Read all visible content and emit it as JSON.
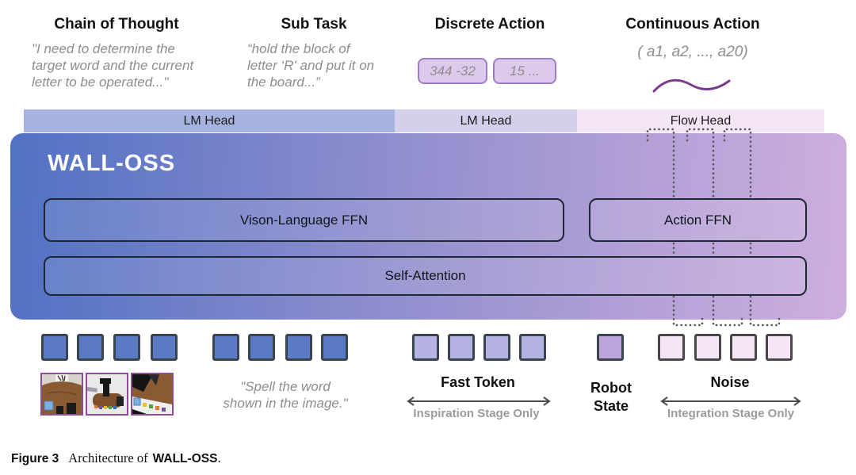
{
  "figure": {
    "columns": [
      {
        "title": "Chain of Thought",
        "quote": "\"I need to determine the target word and the current letter to be operated...\""
      },
      {
        "title": "Sub Task",
        "quote": "“hold the block of letter ‘R' and put it on the board...”"
      },
      {
        "title": "Discrete Action",
        "tokens": [
          "344 -32",
          "15 ..."
        ]
      },
      {
        "title": "Continuous Action",
        "vector": "( a1, a2, ..., a20)"
      }
    ],
    "heads": [
      "LM Head",
      "LM Head",
      "Flow Head"
    ],
    "model": {
      "name": "WALL-OSS",
      "vl_ffn": "Vison-Language FFN",
      "action_ffn": "Action FFN",
      "self_attention": "Self-Attention"
    },
    "inputs": {
      "image_quote": "\"Spell the word shown in the image.\"",
      "fast_token_label": "Fast Token",
      "fast_token_stage": "Inspiration Stage Only",
      "robot_state_label": "Robot State",
      "noise_label": "Noise",
      "noise_stage": "Integration Stage Only"
    },
    "caption": {
      "tag": "Figure 3",
      "body": "Architecture of",
      "model_name": "WALL-OSS",
      "period": "."
    }
  },
  "colors": {
    "model-gradient-start": "#5171c3",
    "model-gradient-mid": "#8b8ccd",
    "model-gradient-end": "#cdafdf",
    "head-lm-1": "#a5b3de",
    "head-lm-2": "#d2d0eb",
    "head-flow": "#f4e5f4",
    "vision-token": "#5b7cc5",
    "fast-token": "#b5b3e1",
    "robot-state-token": "#bca5da",
    "noise-token": "#f6e5f5",
    "chip-fill": "#ddc9ec",
    "chip-border": "#a17cc4",
    "squiggle": "#7a3a8c",
    "token-border": "#3a4350"
  }
}
